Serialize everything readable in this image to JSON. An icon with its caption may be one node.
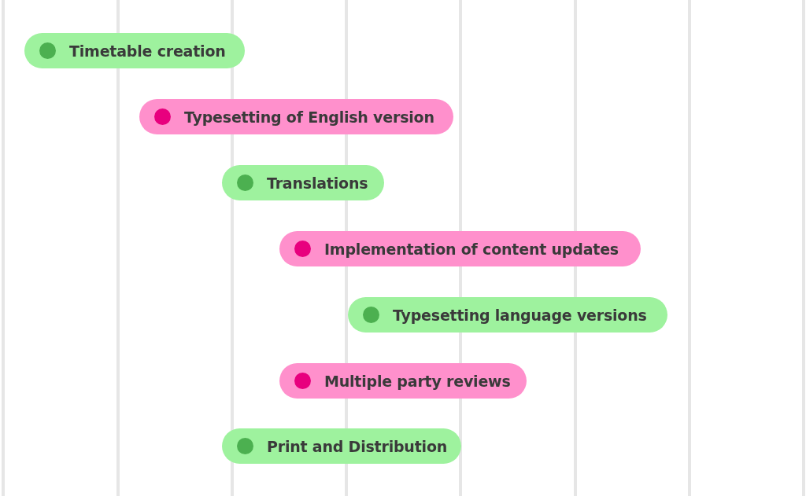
{
  "diagram": {
    "nodes": [
      {
        "text": [
          "Timetable creation"
        ]
      },
      {
        "text": [
          "Typesetting of English version"
        ]
      },
      {
        "text": [
          "Translations"
        ]
      },
      {
        "text": [
          "Implementation of content updates"
        ]
      },
      {
        "text": [
          "Typesetting language versions"
        ]
      },
      {
        "text": [
          "Multiple party reviews"
        ]
      },
      {
        "text": [
          "Print and Distribution"
        ]
      }
    ]
  }
}
